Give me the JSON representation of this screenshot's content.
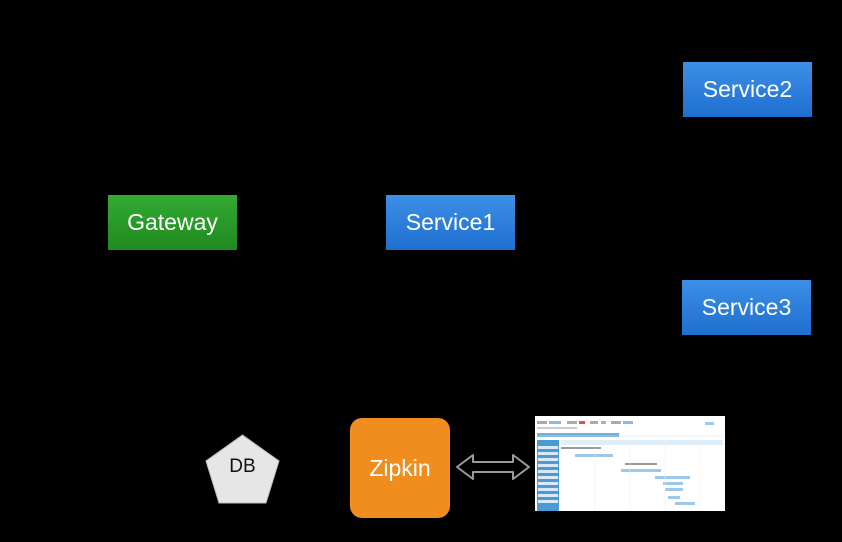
{
  "nodes": {
    "gateway": "Gateway",
    "service1": "Service1",
    "service2": "Service2",
    "service3": "Service3",
    "zipkin": "Zipkin",
    "db": "DB"
  }
}
